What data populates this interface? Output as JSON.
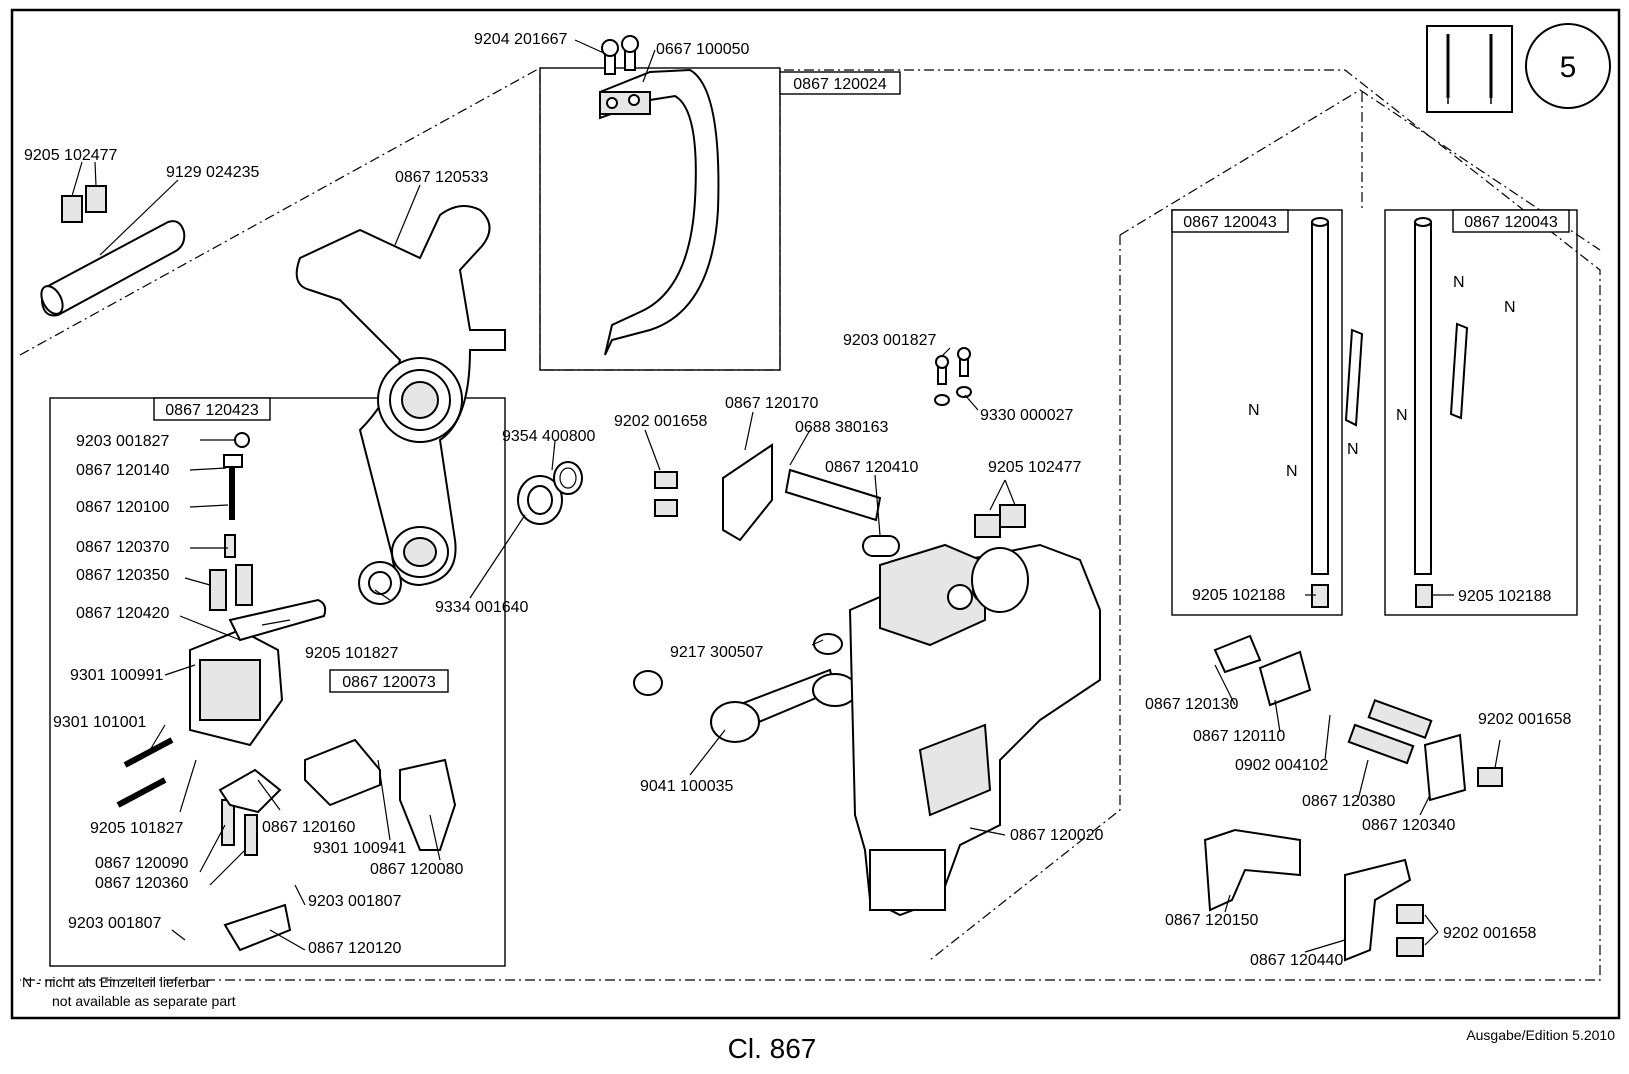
{
  "sheet": {
    "page_number": "5",
    "footer_model": "Cl. 867",
    "footer_edition": "Ausgabe/Edition  5.2010",
    "note_line1": "N - nicht als Einzelteil lieferbar",
    "note_line2": "not available as separate part"
  },
  "group_boxes": [
    {
      "id": "box-120024",
      "label": "0867 120024"
    },
    {
      "id": "box-120423",
      "label": "0867 120423"
    },
    {
      "id": "box-120073",
      "label": "0867 120073"
    },
    {
      "id": "box-120043-left",
      "label": "0867 120043"
    },
    {
      "id": "box-120043-right",
      "label": "0867 120043"
    }
  ],
  "part_labels": [
    {
      "id": "p01",
      "text": "9204 201667"
    },
    {
      "id": "p02",
      "text": "0667 100050"
    },
    {
      "id": "p03",
      "text": "9205 102477"
    },
    {
      "id": "p04",
      "text": "9129 024235"
    },
    {
      "id": "p05",
      "text": "0867 120533"
    },
    {
      "id": "p06",
      "text": "9354 400800"
    },
    {
      "id": "p07",
      "text": "9334 001640"
    },
    {
      "id": "p08",
      "text": "9203 001827"
    },
    {
      "id": "p09",
      "text": "0867 120140"
    },
    {
      "id": "p10",
      "text": "0867 120100"
    },
    {
      "id": "p11",
      "text": "0867 120370"
    },
    {
      "id": "p12",
      "text": "0867 120350"
    },
    {
      "id": "p13",
      "text": "0867 120420"
    },
    {
      "id": "p14",
      "text": "9205 101827"
    },
    {
      "id": "p15",
      "text": "9301 100991"
    },
    {
      "id": "p16",
      "text": "9301 101001"
    },
    {
      "id": "p17",
      "text": "9205 101827"
    },
    {
      "id": "p18",
      "text": "0867 120160"
    },
    {
      "id": "p19",
      "text": "9301 100941"
    },
    {
      "id": "p20",
      "text": "0867 120080"
    },
    {
      "id": "p21",
      "text": "0867 120090"
    },
    {
      "id": "p22",
      "text": "0867 120360"
    },
    {
      "id": "p23",
      "text": "9203 001807"
    },
    {
      "id": "p24",
      "text": "9203 001807"
    },
    {
      "id": "p25",
      "text": "0867 120120"
    },
    {
      "id": "p26",
      "text": "9202 001658"
    },
    {
      "id": "p27",
      "text": "0867 120170"
    },
    {
      "id": "p28",
      "text": "0688 380163"
    },
    {
      "id": "p29",
      "text": "0867 120410"
    },
    {
      "id": "p30",
      "text": "9203 001827"
    },
    {
      "id": "p31",
      "text": "9330 000027"
    },
    {
      "id": "p32",
      "text": "9205 102477"
    },
    {
      "id": "p33",
      "text": "9217 300507"
    },
    {
      "id": "p34",
      "text": "9041 100035"
    },
    {
      "id": "p35",
      "text": "0867 120020"
    },
    {
      "id": "p36",
      "text": "9205 102188"
    },
    {
      "id": "p37",
      "text": "9205 102188"
    },
    {
      "id": "p38",
      "text": "0867 120130"
    },
    {
      "id": "p39",
      "text": "0867 120110"
    },
    {
      "id": "p40",
      "text": "0902 004102"
    },
    {
      "id": "p41",
      "text": "9202 001658"
    },
    {
      "id": "p42",
      "text": "0867 120380"
    },
    {
      "id": "p43",
      "text": "0867 120340"
    },
    {
      "id": "p44",
      "text": "0867 120150"
    },
    {
      "id": "p45",
      "text": "9202 001658"
    },
    {
      "id": "p46",
      "text": "0867 120440"
    }
  ],
  "n_marker": "N"
}
